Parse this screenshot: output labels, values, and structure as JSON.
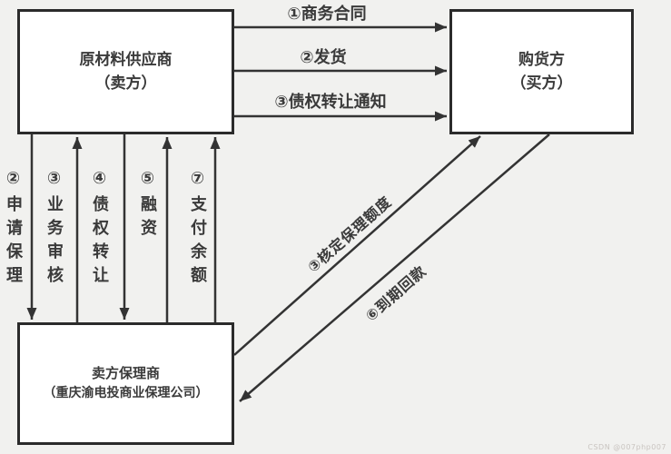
{
  "nodes": {
    "seller": {
      "line1": "原材料供应商",
      "line2": "（卖方）"
    },
    "buyer": {
      "line1": "购货方",
      "line2": "（买方）"
    },
    "factor": {
      "line1": "卖方保理商",
      "line2": "（重庆渝电投商业保理公司）"
    }
  },
  "h_arrows": [
    {
      "label": "①商务合同",
      "from": "seller",
      "to": "buyer"
    },
    {
      "label": "②发货",
      "from": "seller",
      "to": "buyer"
    },
    {
      "label": "③债权转让通知",
      "from": "seller",
      "to": "buyer"
    }
  ],
  "v_arrows": [
    {
      "label": "②申请保理",
      "from": "seller",
      "to": "factor",
      "direction": "down"
    },
    {
      "label": "③业务审核",
      "from": "factor",
      "to": "seller",
      "direction": "up"
    },
    {
      "label": "④债权转让",
      "from": "seller",
      "to": "factor",
      "direction": "down"
    },
    {
      "label": "⑤融资",
      "from": "factor",
      "to": "seller",
      "direction": "up"
    },
    {
      "label": "⑦支付余额",
      "from": "factor",
      "to": "seller",
      "direction": "up"
    }
  ],
  "diag_arrows": [
    {
      "label": "③核定保理额度",
      "from": "factor",
      "to": "buyer"
    },
    {
      "label": "⑥到期回款",
      "from": "buyer",
      "to": "factor"
    }
  ],
  "watermark": "CSDN @007php007",
  "colors": {
    "background": "#f1f1ef",
    "box_fill": "#ffffff",
    "box_border": "#2b2b2b",
    "line": "#333333",
    "text": "#3a3a3a",
    "watermark": "#c9c4c0"
  }
}
